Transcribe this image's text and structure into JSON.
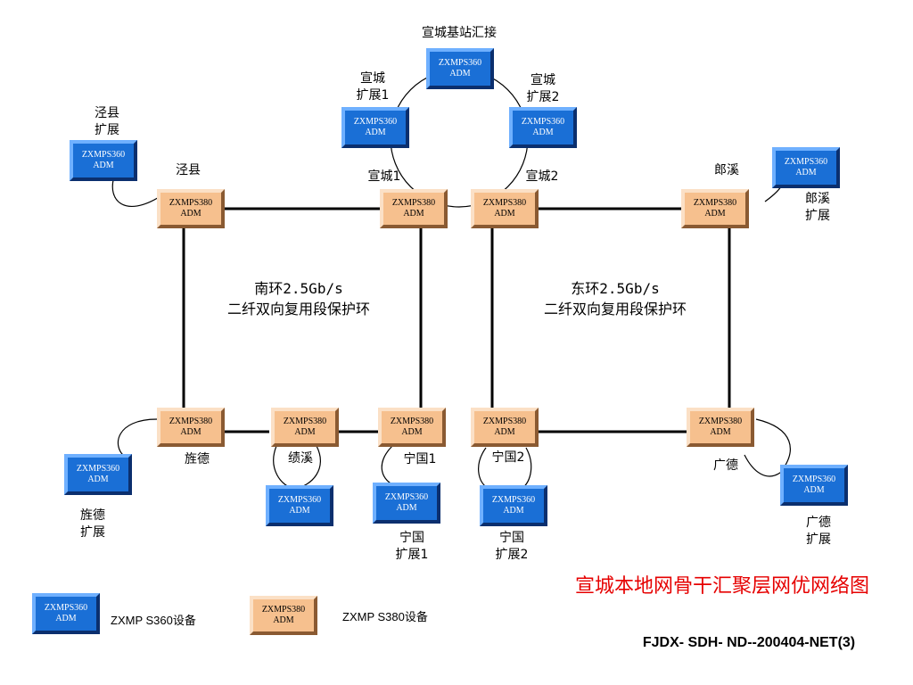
{
  "labels": {
    "hub_title": "宣城基站汇接",
    "xc_ext1": [
      "宣城",
      "扩展1"
    ],
    "xc_ext2": [
      "宣城",
      "扩展2"
    ],
    "jx_ext": [
      "泾县",
      "扩展"
    ],
    "jx": "泾县",
    "xc1": "宣城1",
    "xc2": "宣城2",
    "lx": "郎溪",
    "lx_ext": [
      "郎溪",
      "扩展"
    ],
    "jd": "旌德",
    "jd_ext": [
      "旌德",
      "扩展"
    ],
    "jix": "绩溪",
    "ng1": "宁国1",
    "ng2": "宁国2",
    "gd": "广德",
    "gd_ext": [
      "广德",
      "扩展"
    ],
    "ng_ext1": [
      "宁国",
      "扩展1"
    ],
    "ng_ext2": [
      "宁国",
      "扩展2"
    ]
  },
  "rings": {
    "south": [
      "南环2.5Gb/s",
      "二纤双向复用段保护环"
    ],
    "east": [
      "东环2.5Gb/s",
      "二纤双向复用段保护环"
    ]
  },
  "device": {
    "s380": [
      "ZXMPS380",
      "ADM"
    ],
    "s360": [
      "ZXMPS360",
      "ADM"
    ]
  },
  "legend": {
    "s360_text": "ZXMP S360设备",
    "s380_text": "ZXMP S380设备"
  },
  "title": "宣城本地网骨干汇聚层网优网络图",
  "doc_code": "FJDX- SDH- ND--200404-NET(3)",
  "colors": {
    "s380_fill": "#f6c08e",
    "s360_fill": "#1a6fd6",
    "title_red": "#e60000"
  }
}
